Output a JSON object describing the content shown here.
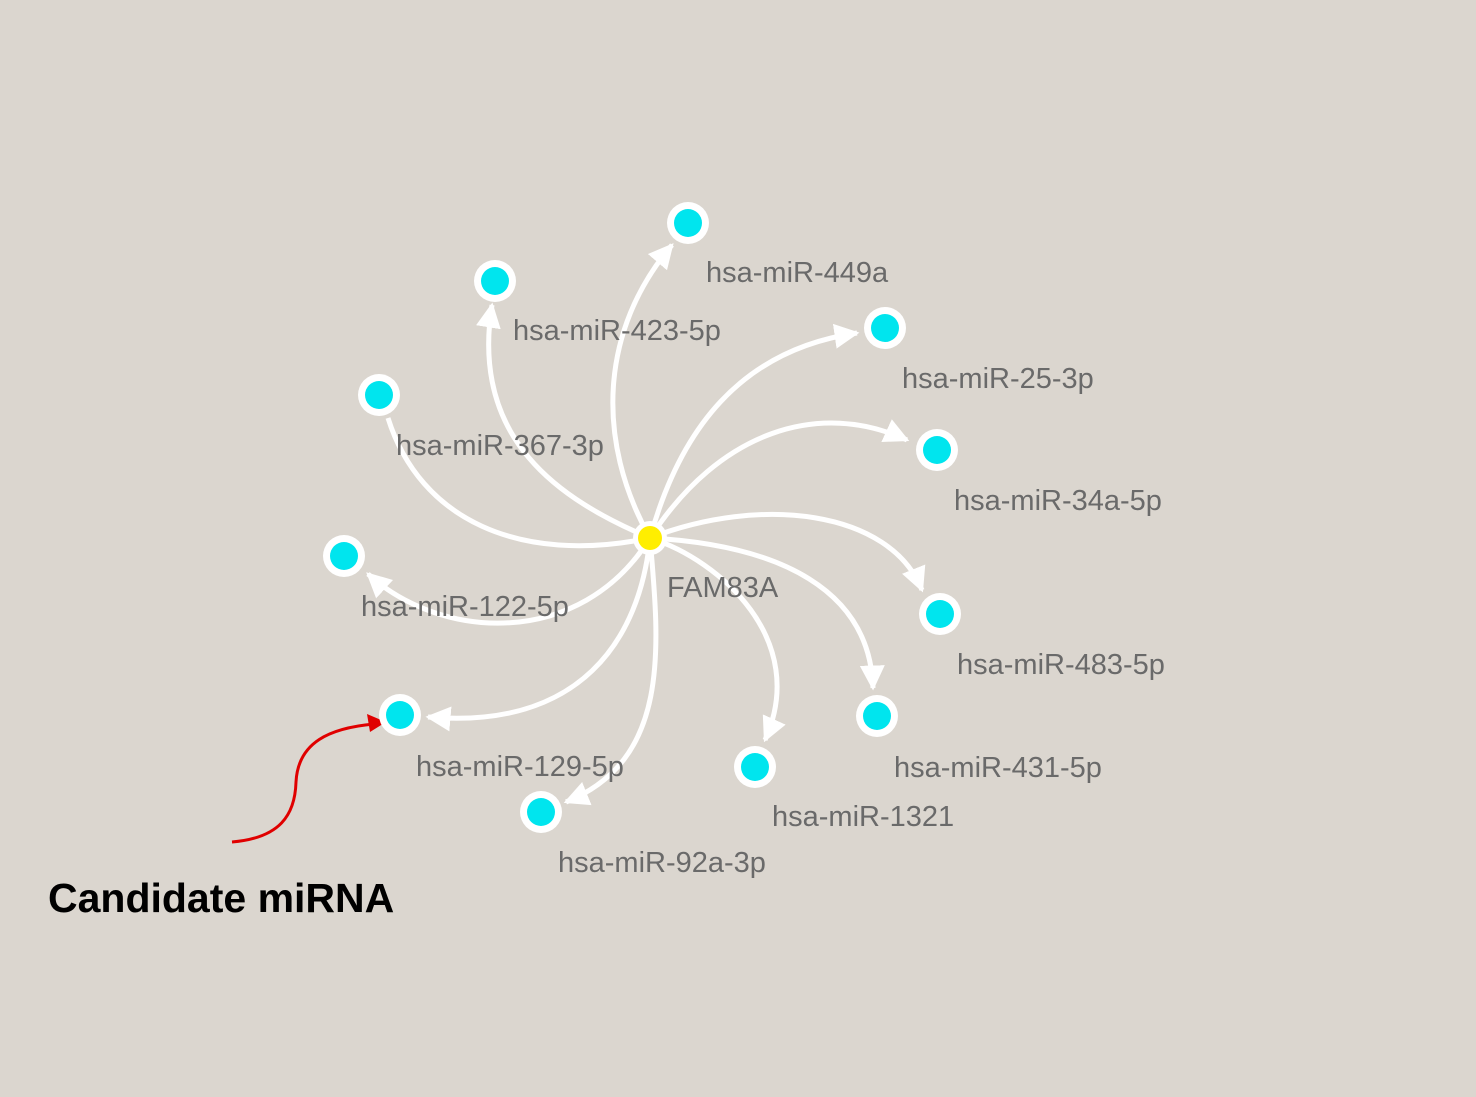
{
  "colors": {
    "background": "#dbd6cf",
    "edge": "#ffffff",
    "mirna_node": "#00e5ee",
    "gene_node": "#ffee00",
    "node_ring": "#ffffff",
    "label": "#6a6a6a",
    "annotation_arrow": "#e00000",
    "annotation_text": "#000000"
  },
  "center": {
    "label": "FAM83A"
  },
  "mirnas": [
    {
      "id": "m449a",
      "label": "hsa-miR-449a"
    },
    {
      "id": "m423",
      "label": "hsa-miR-423-5p"
    },
    {
      "id": "m25",
      "label": "hsa-miR-25-3p"
    },
    {
      "id": "m367",
      "label": "hsa-miR-367-3p"
    },
    {
      "id": "m34a",
      "label": "hsa-miR-34a-5p"
    },
    {
      "id": "m122",
      "label": "hsa-miR-122-5p"
    },
    {
      "id": "m483",
      "label": "hsa-miR-483-5p"
    },
    {
      "id": "m129",
      "label": "hsa-miR-129-5p"
    },
    {
      "id": "m431",
      "label": "hsa-miR-431-5p"
    },
    {
      "id": "m1321",
      "label": "hsa-miR-1321"
    },
    {
      "id": "m92a",
      "label": "hsa-miR-92a-3p"
    }
  ],
  "annotation": {
    "text": "Candidate miRNA",
    "target": "m129"
  }
}
